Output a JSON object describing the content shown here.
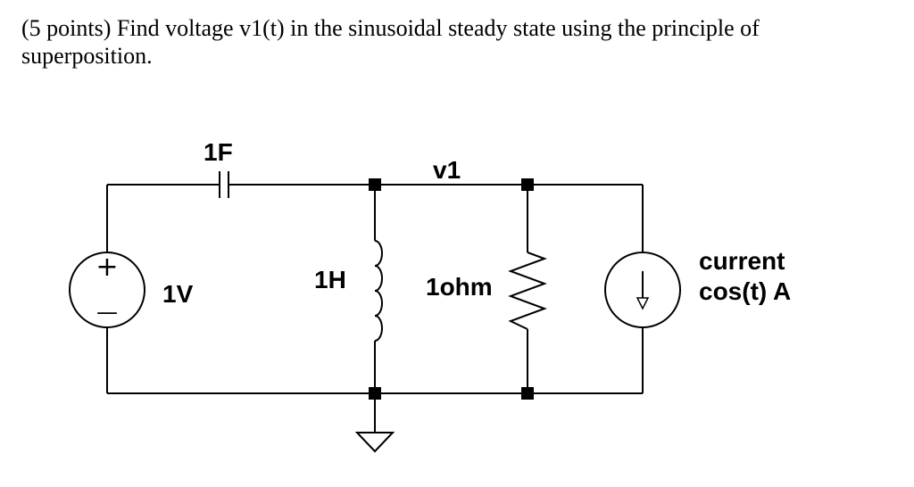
{
  "question": {
    "text": "(5 points) Find voltage v1(t) in the sinusoidal steady state using the principle of superposition."
  },
  "circuit": {
    "capacitor_label": "1F",
    "node_label": "v1",
    "voltage_source_label": "1V",
    "voltage_source_plus": "+",
    "voltage_source_minus": "—",
    "inductor_label": "1H",
    "resistor_label": "1ohm",
    "current_source_label_line1": "current",
    "current_source_label_line2": "cos(t) A"
  }
}
